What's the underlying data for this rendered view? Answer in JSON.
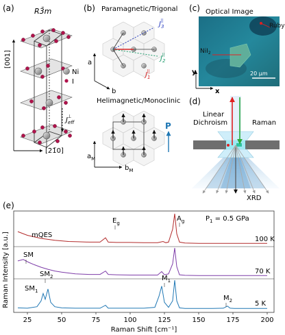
{
  "panels": {
    "a": {
      "label": "(a)",
      "space_group": "R3̄m",
      "axis_c": "[001]",
      "axis_a": "[21̄0]",
      "legend": [
        {
          "name": "Ni",
          "color": "#9a9a9a"
        },
        {
          "name": "I",
          "color": "#b0134c"
        }
      ],
      "coupling": "J",
      "coupling_sub": "eff",
      "coupling_sup": "⊥"
    },
    "b": {
      "label": "(b)",
      "title_top": "Paramagnetic/Trigonal",
      "title_bottom": "Helimagnetic/Monoclinic",
      "axes_top": [
        "a",
        "b"
      ],
      "axes_bottom": [
        "a",
        "b"
      ],
      "axes_bottom_sub": "M",
      "j_labels": [
        {
          "main": "J",
          "sub": "3",
          "sup": "||",
          "color": "#2a3fbf"
        },
        {
          "main": "J",
          "sub": "2",
          "sup": "||",
          "color": "#1a9a6a"
        },
        {
          "main": "J",
          "sub": "1",
          "sup": "||",
          "color": "#d32020"
        }
      ],
      "polarization": "P"
    },
    "c": {
      "label": "(c)",
      "title": "Optical Image",
      "ruby": "Ruby",
      "sample": "NiI",
      "sample_sub": "2",
      "scale": "20 µm",
      "axis_x": "x",
      "axis_y": "y"
    },
    "d": {
      "label": "(d)",
      "left_text_1": "Linear",
      "left_text_2": "Dichroism",
      "right_text": "Raman",
      "bottom_text": "XRD"
    },
    "e": {
      "label": "(e)",
      "pressure_prefix": "P",
      "pressure_sub": "1",
      "pressure_value": " = 0.5 GPa",
      "ylabel": "Raman Intensity [a.u.]",
      "xlabel": "Raman Shift [cm⁻¹]",
      "annotations": {
        "mqes": "mQES",
        "eg": "E",
        "eg_sub": "g",
        "ag": "A",
        "ag_sub": "g",
        "sm": "SM",
        "sm1": "SM",
        "sm1_sub": "1",
        "sm2": "SM",
        "sm2_sub": "2",
        "m1": "M",
        "m1_sub": "1",
        "m2": "M",
        "m2_sub": "2"
      }
    }
  },
  "chart_data": {
    "type": "line",
    "xlabel": "Raman Shift [cm⁻¹]",
    "ylabel": "Raman Intensity [a.u.]",
    "xlim": [
      15,
      205
    ],
    "xticks": [
      25,
      50,
      75,
      100,
      125,
      150,
      175,
      200
    ],
    "series": [
      {
        "name": "100 K",
        "color": "#b22a2a",
        "x": [
          18,
          25,
          35,
          45,
          55,
          62,
          70,
          78,
          82,
          84,
          90,
          100,
          110,
          120,
          124,
          126,
          128,
          131,
          132.5,
          134,
          136,
          140,
          150,
          160,
          170,
          180,
          190,
          200
        ],
        "y": [
          0.42,
          0.3,
          0.2,
          0.14,
          0.1,
          0.09,
          0.08,
          0.08,
          0.22,
          0.08,
          0.07,
          0.07,
          0.06,
          0.06,
          0.1,
          0.06,
          0.08,
          0.5,
          1.0,
          0.35,
          0.08,
          0.05,
          0.04,
          0.04,
          0.04,
          0.04,
          0.04,
          0.04
        ]
      },
      {
        "name": "70 K",
        "color": "#7d3ca8",
        "x": [
          18,
          22,
          26,
          30,
          35,
          40,
          45,
          50,
          60,
          70,
          78,
          82,
          84,
          90,
          100,
          110,
          120,
          123,
          125,
          128,
          131,
          132.5,
          134,
          136,
          140,
          150,
          160,
          170,
          180,
          190,
          200
        ],
        "y": [
          0.55,
          0.6,
          0.5,
          0.42,
          0.33,
          0.26,
          0.2,
          0.16,
          0.1,
          0.08,
          0.08,
          0.2,
          0.08,
          0.07,
          0.06,
          0.06,
          0.06,
          0.18,
          0.07,
          0.1,
          0.45,
          1.0,
          0.35,
          0.07,
          0.05,
          0.04,
          0.04,
          0.04,
          0.04,
          0.04,
          0.04
        ]
      },
      {
        "name": "5 K",
        "color": "#1f77b4",
        "x": [
          18,
          25,
          32,
          35,
          36.5,
          38,
          40,
          42,
          45,
          50,
          60,
          70,
          78,
          82,
          84,
          90,
          100,
          110,
          118,
          121,
          123,
          125,
          128,
          131,
          132.5,
          134,
          136,
          140,
          150,
          160,
          168,
          171,
          173,
          176,
          185,
          200
        ],
        "y": [
          0.06,
          0.05,
          0.1,
          0.3,
          0.55,
          0.35,
          0.7,
          0.25,
          0.1,
          0.06,
          0.05,
          0.05,
          0.05,
          0.15,
          0.05,
          0.05,
          0.05,
          0.05,
          0.08,
          0.45,
          0.8,
          0.25,
          0.08,
          0.3,
          1.0,
          0.3,
          0.06,
          0.04,
          0.04,
          0.04,
          0.05,
          0.12,
          0.05,
          0.04,
          0.04,
          0.04
        ]
      }
    ]
  }
}
